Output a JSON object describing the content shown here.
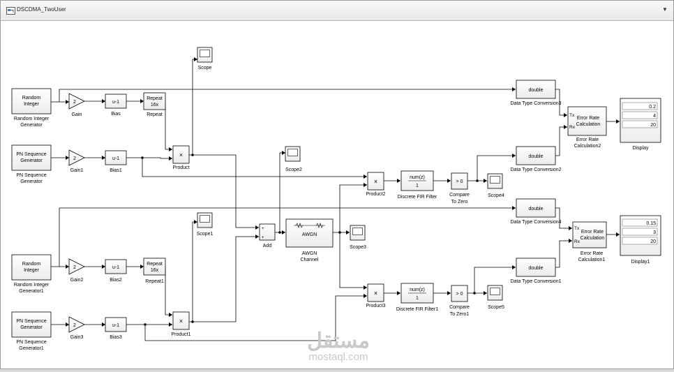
{
  "window": {
    "model_name": "DSCDMA_TwoUser",
    "menu_arrow": "▼"
  },
  "blocks": {
    "rig": {
      "line1": "Random",
      "line2": "Integer",
      "label1": "Random Integer",
      "label2": "Generator"
    },
    "pn": {
      "line1": "PN Sequence",
      "line2": "Generator",
      "label1": "PN Sequence",
      "label2": "Generator"
    },
    "rig1": {
      "line1": "Random",
      "line2": "Integer",
      "label1": "Random Integer",
      "label2": "Generator1"
    },
    "pn1": {
      "line1": "PN Sequence",
      "line2": "Generator",
      "label1": "PN Sequence",
      "label2": "Generator1"
    },
    "gain": {
      "value": "2",
      "label": "Gain"
    },
    "gain1": {
      "value": "2",
      "label": "Gain1"
    },
    "gain2": {
      "value": "2",
      "label": "Gain2"
    },
    "gain3": {
      "value": "2",
      "label": "Gain3"
    },
    "bias": {
      "value": "u-1",
      "label": "Bias"
    },
    "bias1": {
      "value": "u-1",
      "label": "Bias1"
    },
    "bias2": {
      "value": "u-1",
      "label": "Bias2"
    },
    "bias3": {
      "value": "u-1",
      "label": "Bias3"
    },
    "repeat": {
      "line1": "Repeat",
      "line2": "16x",
      "label": "Repeat"
    },
    "repeat1": {
      "line1": "Repeat",
      "line2": "16x",
      "label": "Repeat1"
    },
    "product": {
      "symbol": "×",
      "label": "Product"
    },
    "product1": {
      "symbol": "×",
      "label": "Product1"
    },
    "product2": {
      "symbol": "×",
      "label": "Product2"
    },
    "product3": {
      "symbol": "×",
      "label": "Product3"
    },
    "scope": {
      "label": "Scope"
    },
    "scope1": {
      "label": "Scope1"
    },
    "scope2": {
      "label": "Scope2"
    },
    "scope3": {
      "label": "Scope3"
    },
    "scope4": {
      "label": "Scope4"
    },
    "scope5": {
      "label": "Scope5"
    },
    "add": {
      "plus1": "+",
      "plus2": "+",
      "label": "Add"
    },
    "awgn": {
      "inner": "AWGN",
      "label1": "AWGN",
      "label2": "Channel"
    },
    "fir": {
      "num": "num(z)",
      "den": "1",
      "label": "Discrete FIR Filter"
    },
    "fir1": {
      "num": "num(z)",
      "den": "1",
      "label": "Discrete FIR Filter1"
    },
    "cmp": {
      "value": "> 0",
      "label1": "Compare",
      "label2": "To Zero"
    },
    "cmp1": {
      "value": "> 0",
      "label1": "Compare",
      "label2": "To Zero1"
    },
    "dtc3": {
      "value": "double",
      "label": "Data Type Conversion3"
    },
    "dtc2": {
      "value": "double",
      "label": "Data Type Conversion2"
    },
    "dtc4": {
      "value": "double",
      "label": "Data Type Conversion4"
    },
    "dtc1": {
      "value": "double",
      "label": "Data Type Conversion1"
    },
    "erc2": {
      "tx": "Tx",
      "rx": "Rx",
      "line1": "Error Rate",
      "line2": "Calculation",
      "label1": "Error Rate",
      "label2": "Calculation2"
    },
    "erc1": {
      "tx": "Tx",
      "rx": "Rx",
      "line1": "Error Rate",
      "line2": "Calculation",
      "label1": "Error Rate",
      "label2": "Calculation1"
    },
    "display": {
      "values": [
        "0.2",
        "4",
        "20"
      ],
      "label": "Display"
    },
    "display1": {
      "values": [
        "0.15",
        "3",
        "20"
      ],
      "label": "Display1"
    }
  },
  "watermark": {
    "arabic": "مستقل",
    "latin": "mostaql.com"
  }
}
